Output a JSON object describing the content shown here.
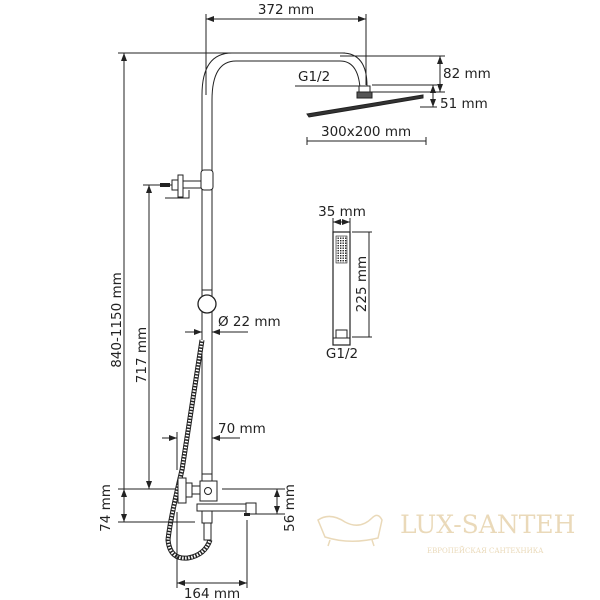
{
  "dimensions": {
    "arm_length": "372 mm",
    "head_drop": "82 mm",
    "head_connector": "G1/2",
    "head_thickness": "51 mm",
    "head_size": "300x200 mm",
    "total_height": "840-1150 mm",
    "bracket_height": "717 mm",
    "pipe_diameter": "Ø 22 mm",
    "wall_offset": "70 mm",
    "mixer_height": "74 mm",
    "spout_height": "56 mm",
    "spout_length": "164 mm",
    "hand_width": "35 mm",
    "hand_length": "225 mm",
    "hand_connector": "G1/2"
  },
  "watermark": {
    "brand": "LUX-SANTEH",
    "tagline": "ЕВРОПЕЙСКАЯ САНТЕХНИКА",
    "color": "#e9d8b6"
  }
}
